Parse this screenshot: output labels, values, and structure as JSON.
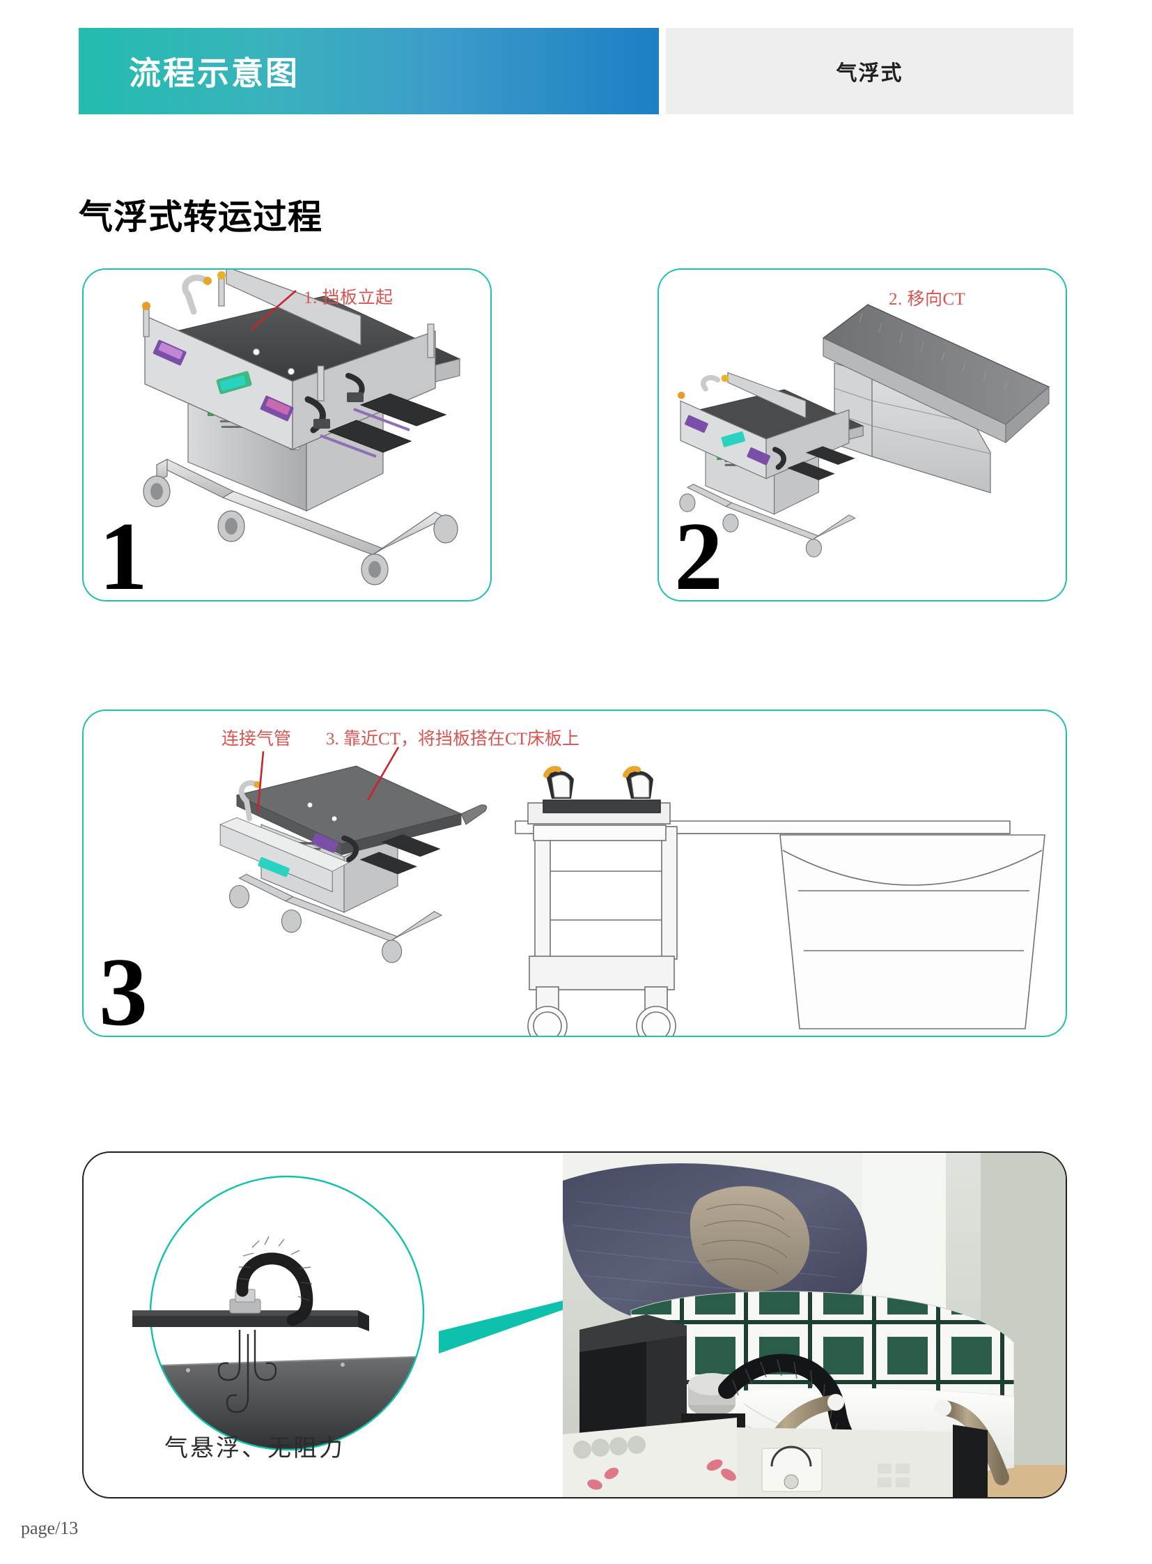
{
  "header": {
    "title": "流程示意图",
    "right_label": "气浮式"
  },
  "section": {
    "title": "气浮式转运过程"
  },
  "panels": [
    {
      "id": "panel1",
      "number": "1",
      "annotations": [
        "1. 挡板立起"
      ],
      "figure": "trolley-3d-with-raised-side-panels"
    },
    {
      "id": "panel2",
      "number": "2",
      "annotations": [
        "2. 移向CT"
      ],
      "figure": "trolley-3d-moving-toward-ct-table"
    },
    {
      "id": "panel3",
      "number": "3",
      "annotations": [
        "连接气管",
        "3. 靠近CT，将挡板搭在CT床板上"
      ],
      "figure": "trolley-3d-and-front-view-line-drawing-with-ct-gantry"
    },
    {
      "id": "panel4",
      "number": "",
      "caption": "气悬浮、无阻力",
      "figure": "air-cushion-detail-circle-and-patient-photo"
    }
  ],
  "footer": {
    "page_label": "page/13"
  },
  "colors": {
    "header_gradient_start": "#23bcae",
    "header_gradient_end": "#1d7fc4",
    "header_right_bg": "#eeeeee",
    "panel_border_teal": "#1fc0b0",
    "panel_border_dark": "#231f20",
    "annotation_red": "#d9534f",
    "leader_line_red": "#cc2229",
    "accent_teal": "#0ec1ac"
  }
}
